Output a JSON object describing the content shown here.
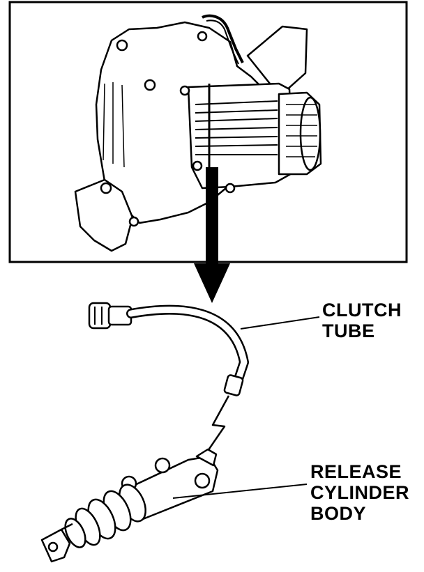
{
  "labels": {
    "clutch_tube": [
      "CLUTCH",
      "TUBE"
    ],
    "release_cylinder_body": [
      "RELEASE",
      "CYLINDER",
      "BODY"
    ]
  },
  "colors": {
    "line": "#000000",
    "background": "#ffffff"
  }
}
